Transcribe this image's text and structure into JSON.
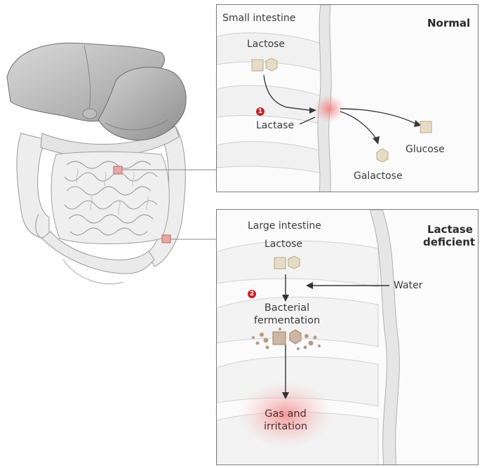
{
  "top_panel": {
    "heading": "Small intestine",
    "condition": "Normal",
    "labels": {
      "lactose": "Lactose",
      "lactase": "Lactase",
      "glucose": "Glucose",
      "galactose": "Galactose"
    },
    "step_number": "1"
  },
  "bottom_panel": {
    "heading": "Large intestine",
    "condition_line1": "Lactase",
    "condition_line2": "deficient",
    "labels": {
      "lactose": "Lactose",
      "water": "Water",
      "fermentation_line1": "Bacterial",
      "fermentation_line2": "fermentation",
      "result_line1": "Gas and",
      "result_line2": "irritation"
    },
    "step_number": "2"
  },
  "colors": {
    "sugar_cube": "#e6dcc6",
    "glow": "#f3a3a3",
    "marker": "#e8a7a0",
    "step_badge": "#c8202a",
    "bacteria": "#b79a84"
  }
}
